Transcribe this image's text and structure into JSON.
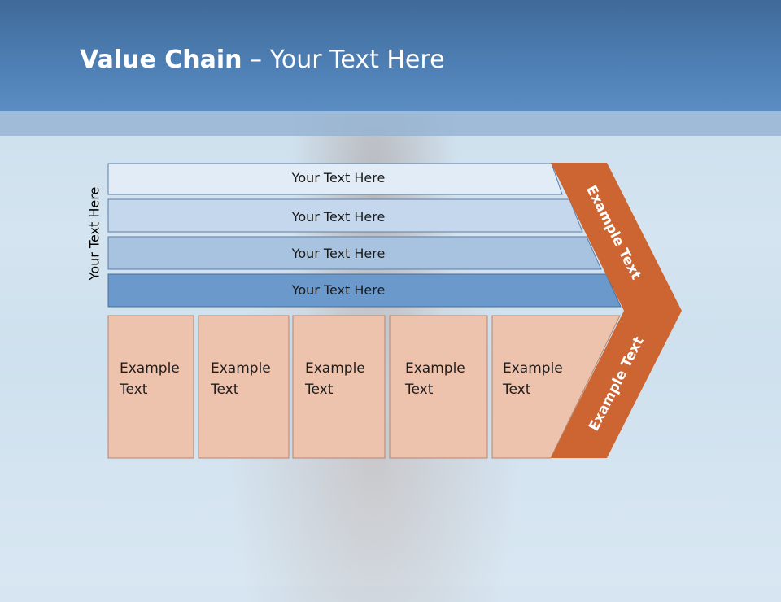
{
  "title": {
    "bold": "Value Chain",
    "rest": " – Your Text Here"
  },
  "side_label": "Your Text Here",
  "bars": [
    {
      "label": "Your Text Here",
      "color": "#e2ecf6"
    },
    {
      "label": "Your Text Here",
      "color": "#c5d7ec"
    },
    {
      "label": "Your Text Here",
      "color": "#a8c3e0"
    },
    {
      "label": "Your Text Here",
      "color": "#6b99cc"
    }
  ],
  "cells": [
    {
      "label": "Example\nText"
    },
    {
      "label": "Example\nText"
    },
    {
      "label": "Example\nText"
    },
    {
      "label": "Example\nText"
    },
    {
      "label": "Example\nText"
    }
  ],
  "arrow": {
    "top_label": "Example Text",
    "bottom_label": "Example Text",
    "color": "#cd6532"
  },
  "colors": {
    "header": "#4d7eb3",
    "cell_fill": "#edc3ae",
    "cell_border": "#b9866c"
  }
}
